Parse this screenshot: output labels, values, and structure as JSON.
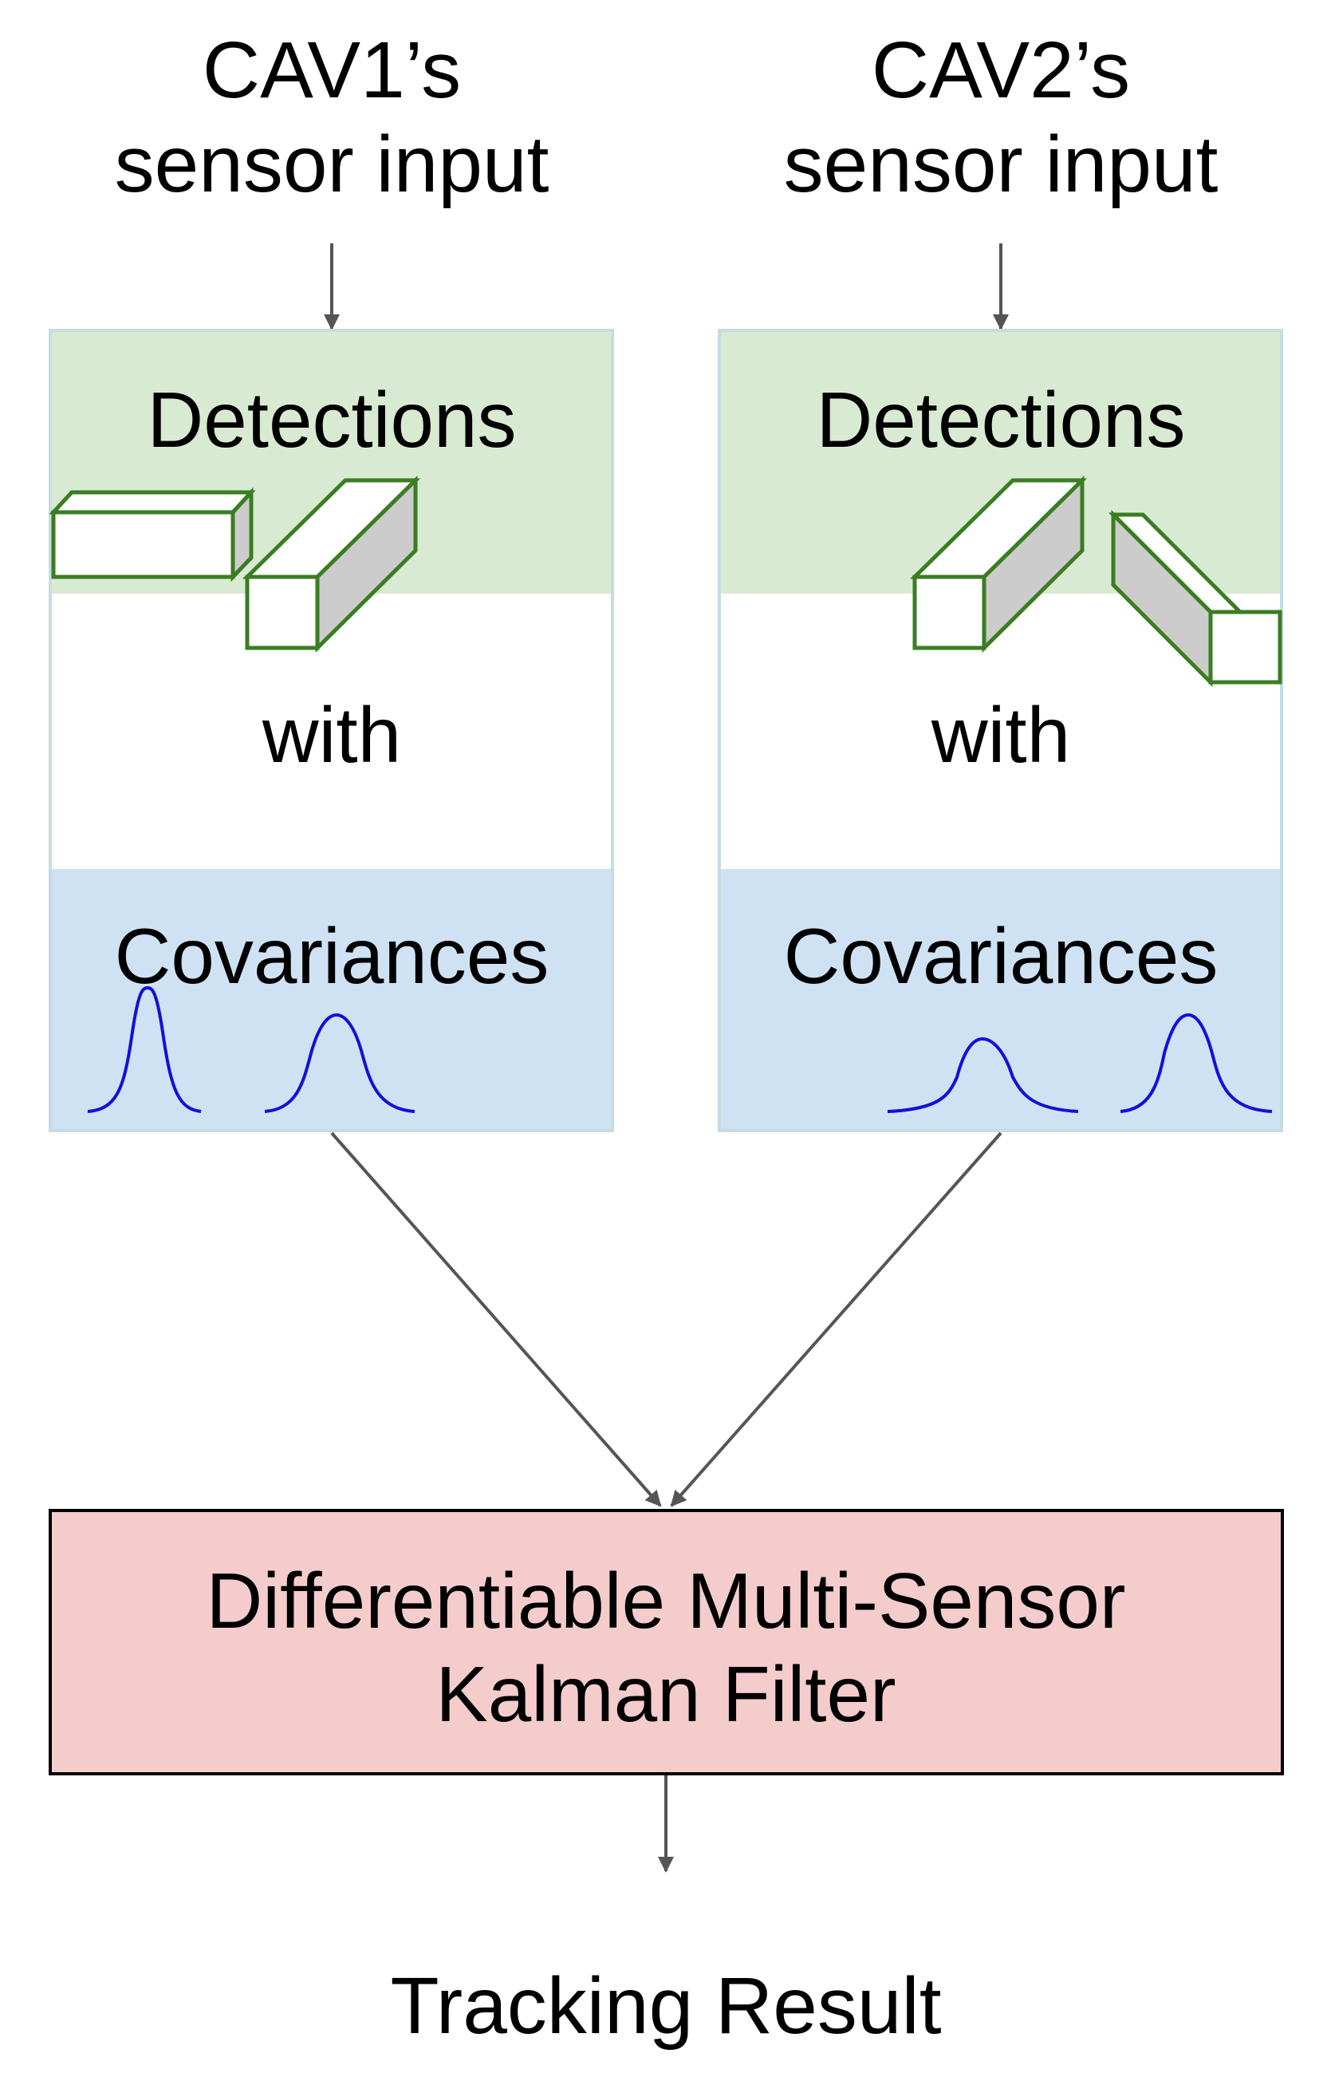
{
  "cav1": {
    "title_line1": "CAV1’s",
    "title_line2": "sensor input",
    "detections_label": "Detections",
    "with_label": "with",
    "covariances_label": "Covariances"
  },
  "cav2": {
    "title_line1": "CAV2’s",
    "title_line2": "sensor input",
    "detections_label": "Detections",
    "with_label": "with",
    "covariances_label": "Covariances"
  },
  "filter": {
    "line1": "Differentiable Multi-Sensor",
    "line2": "Kalman Filter"
  },
  "output": {
    "label": "Tracking Result"
  },
  "colors": {
    "detections_bg": "#d9ead3",
    "covariances_bg": "#cfe2f3",
    "filter_bg": "#f4cccc",
    "box_outline": "#3a7d22",
    "box_side": "#cccccc",
    "gaussian": "#1010dd",
    "arrow": "#555555"
  }
}
